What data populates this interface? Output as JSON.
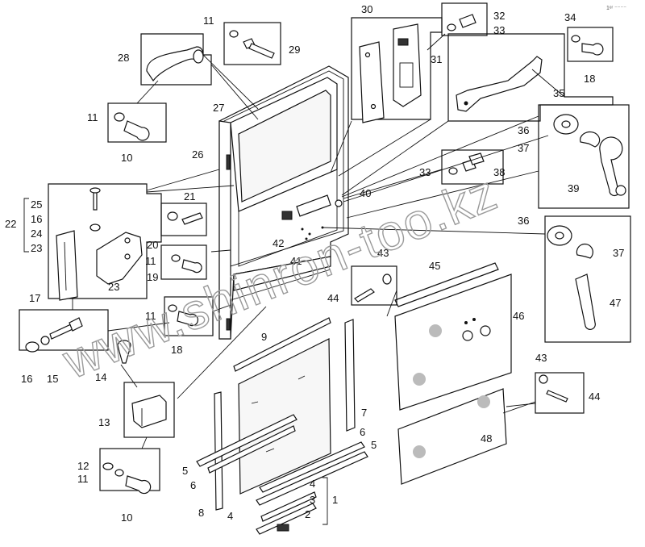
{
  "figure": {
    "corner_mark": "1ᵉʳ ⁻⁻⁻⁻",
    "watermark": "www.shinron-too.kz"
  },
  "callouts": [
    {
      "id": "n1",
      "text": "1"
    },
    {
      "id": "n2",
      "text": "2"
    },
    {
      "id": "n3",
      "text": "3"
    },
    {
      "id": "n4a",
      "text": "4"
    },
    {
      "id": "n4b",
      "text": "4"
    },
    {
      "id": "n5a",
      "text": "5"
    },
    {
      "id": "n5b",
      "text": "5"
    },
    {
      "id": "n6a",
      "text": "6"
    },
    {
      "id": "n6b",
      "text": "6"
    },
    {
      "id": "n7",
      "text": "7"
    },
    {
      "id": "n8",
      "text": "8"
    },
    {
      "id": "n9",
      "text": "9"
    },
    {
      "id": "n10a",
      "text": "10"
    },
    {
      "id": "n10b",
      "text": "10"
    },
    {
      "id": "n11a",
      "text": "11"
    },
    {
      "id": "n11b",
      "text": "11"
    },
    {
      "id": "n11c",
      "text": "11"
    },
    {
      "id": "n11d",
      "text": "11"
    },
    {
      "id": "n11e",
      "text": "11"
    },
    {
      "id": "n12",
      "text": "12"
    },
    {
      "id": "n13",
      "text": "13"
    },
    {
      "id": "n14",
      "text": "14"
    },
    {
      "id": "n15",
      "text": "15"
    },
    {
      "id": "n16a",
      "text": "16"
    },
    {
      "id": "n16b",
      "text": "16"
    },
    {
      "id": "n17",
      "text": "17"
    },
    {
      "id": "n18a",
      "text": "18"
    },
    {
      "id": "n18b",
      "text": "18"
    },
    {
      "id": "n19",
      "text": "19"
    },
    {
      "id": "n20",
      "text": "20"
    },
    {
      "id": "n21",
      "text": "21"
    },
    {
      "id": "n22",
      "text": "22"
    },
    {
      "id": "n23a",
      "text": "23"
    },
    {
      "id": "n23b",
      "text": "23"
    },
    {
      "id": "n24",
      "text": "24"
    },
    {
      "id": "n25",
      "text": "25"
    },
    {
      "id": "n26",
      "text": "26"
    },
    {
      "id": "n27",
      "text": "27"
    },
    {
      "id": "n28",
      "text": "28"
    },
    {
      "id": "n29",
      "text": "29"
    },
    {
      "id": "n30",
      "text": "30"
    },
    {
      "id": "n31",
      "text": "31"
    },
    {
      "id": "n32",
      "text": "32"
    },
    {
      "id": "n33a",
      "text": "33"
    },
    {
      "id": "n33b",
      "text": "33"
    },
    {
      "id": "n34",
      "text": "34"
    },
    {
      "id": "n35",
      "text": "35"
    },
    {
      "id": "n36a",
      "text": "36"
    },
    {
      "id": "n36b",
      "text": "36"
    },
    {
      "id": "n37a",
      "text": "37"
    },
    {
      "id": "n37b",
      "text": "37"
    },
    {
      "id": "n38",
      "text": "38"
    },
    {
      "id": "n39",
      "text": "39"
    },
    {
      "id": "n40",
      "text": "40"
    },
    {
      "id": "n41",
      "text": "41"
    },
    {
      "id": "n42",
      "text": "42"
    },
    {
      "id": "n43a",
      "text": "43"
    },
    {
      "id": "n43b",
      "text": "43"
    },
    {
      "id": "n44a",
      "text": "44"
    },
    {
      "id": "n44b",
      "text": "44"
    },
    {
      "id": "n45",
      "text": "45"
    },
    {
      "id": "n46",
      "text": "46"
    },
    {
      "id": "n47",
      "text": "47"
    },
    {
      "id": "n48",
      "text": "48"
    }
  ]
}
